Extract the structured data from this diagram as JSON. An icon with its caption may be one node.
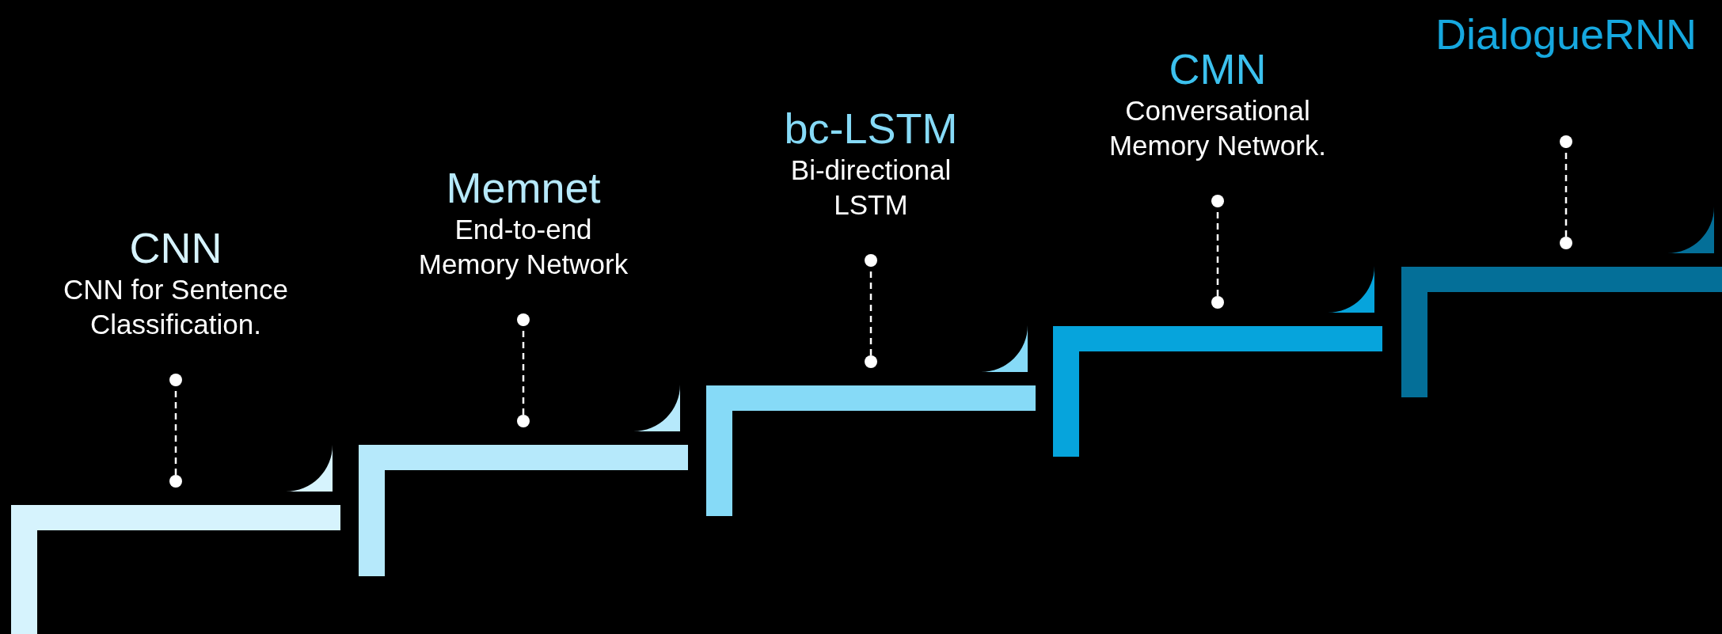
{
  "diagram": {
    "nodes": [
      {
        "text": [
          "CNN",
          "CNN for Sentence Classification."
        ]
      },
      {
        "text": [],
        "shape": "bar"
      },
      {
        "text": [
          "Memnet",
          "End-to-end Memory Network"
        ]
      },
      {
        "text": [],
        "shape": "bar"
      },
      {
        "text": [
          "bc-LSTM",
          "Bi-directional LSTM"
        ]
      },
      {
        "text": [],
        "shape": "bar"
      },
      {
        "text": [
          "CMN",
          "Conversational Memory Network."
        ]
      },
      {
        "text": [],
        "shape": "bar"
      },
      {
        "text": [
          "DialogueRNN"
        ]
      },
      {
        "text": [],
        "shape": "bar"
      }
    ],
    "edges": [
      {
        "from": 0,
        "to": 1,
        "arrow": "other",
        "style": "dashed"
      },
      {
        "from": 2,
        "to": 3,
        "arrow": "other",
        "style": "dashed"
      },
      {
        "from": 4,
        "to": 5,
        "arrow": "other",
        "style": "dashed"
      },
      {
        "from": 6,
        "to": 7,
        "arrow": "other",
        "style": "dashed"
      },
      {
        "from": 8,
        "to": 9,
        "arrow": "other",
        "style": "dashed"
      }
    ]
  }
}
